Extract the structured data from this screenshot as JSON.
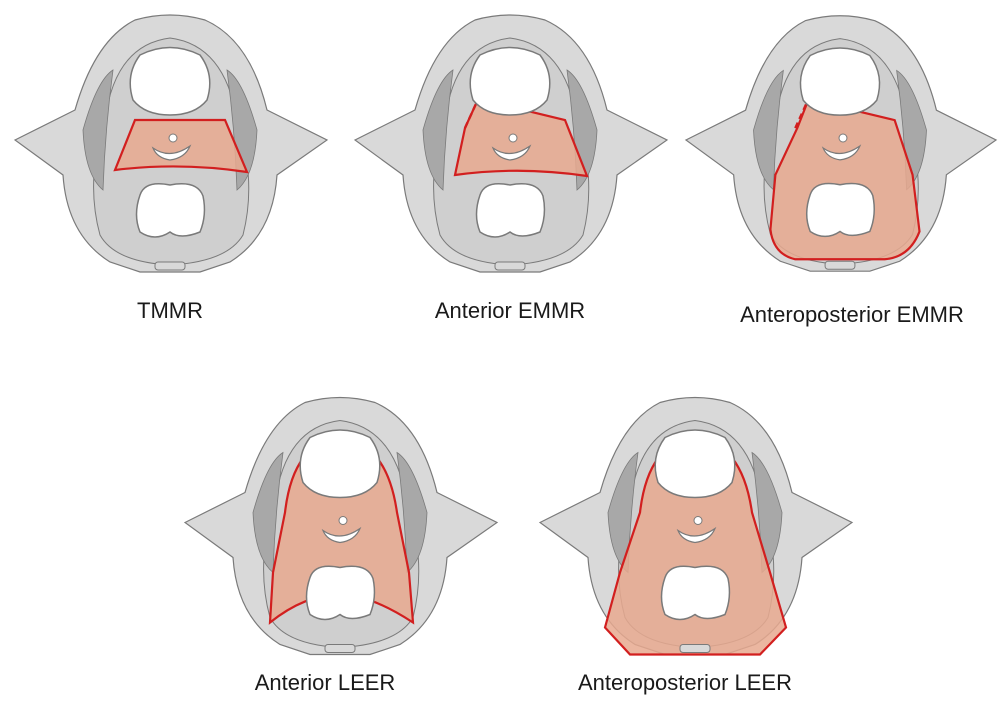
{
  "panels": [
    {
      "id": "p1",
      "label": "TMMR",
      "region": "tmmr",
      "dashed_left": false
    },
    {
      "id": "p2",
      "label": "Anterior EMMR",
      "region": "ant_emmr",
      "dashed_left": true
    },
    {
      "id": "p3",
      "label": "Anteroposterior EMMR",
      "region": "antpost_emmr",
      "dashed_left": true
    },
    {
      "id": "p4",
      "label": "Anterior LEER",
      "region": "ant_leer",
      "dashed_left": false
    },
    {
      "id": "p5",
      "label": "Anteroposterior LEER",
      "region": "antpost_leer",
      "dashed_left": false
    }
  ],
  "colors": {
    "bone": "#d9d9d9",
    "bone_stroke": "#7a7a7a",
    "tissue": "#cfcfcf",
    "muscle": "#a8a8a8",
    "cavity": "#ffffff",
    "highlight_fill": "#e8a98f",
    "highlight_stroke": "#d21f1f"
  }
}
